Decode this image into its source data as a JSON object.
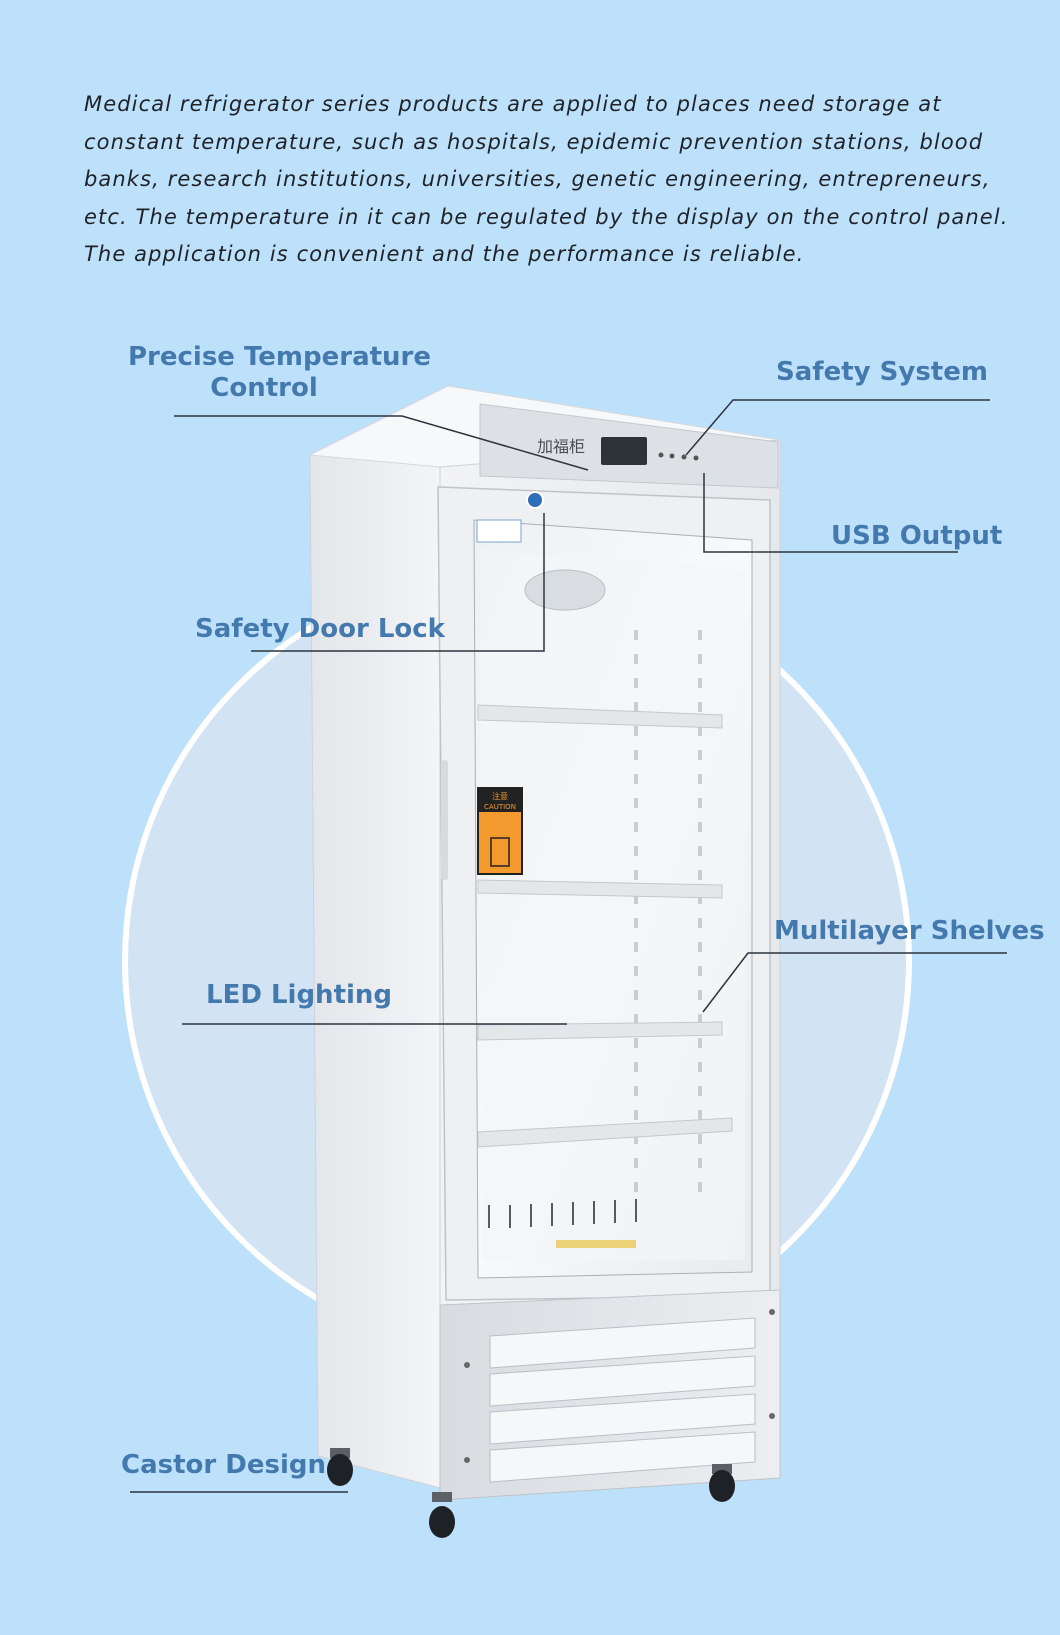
{
  "intro": {
    "lines": [
      "Medical refrigerator series products are applied to places need storage at",
      "constant temperature, such as hospitals, epidemic prevention stations, blood",
      "banks, research institutions, universities, genetic engineering, entrepreneurs,",
      "etc. The temperature in it can be regulated by the display on the control panel.",
      "The application is convenient and the performance is reliable."
    ]
  },
  "features": {
    "precise_temperature_line1": "Precise Temperature",
    "precise_temperature_line2": "Control",
    "safety_system": "Safety System",
    "usb_output": "USB Output",
    "safety_door_lock": "Safety Door Lock",
    "led_lighting": "LED Lighting",
    "multilayer_shelves": "Multilayer Shelves",
    "castor_design": "Castor Design"
  },
  "fridge": {
    "panel_text": "加福柜",
    "caution_sign_line1": "注意",
    "caution_sign_line2": "CAUTION"
  },
  "colors": {
    "background": "#bde0fb",
    "circle": "#d2e4f4",
    "label": "#4479ae",
    "intro_text": "#1f2328",
    "caution": "#f39a2e"
  }
}
